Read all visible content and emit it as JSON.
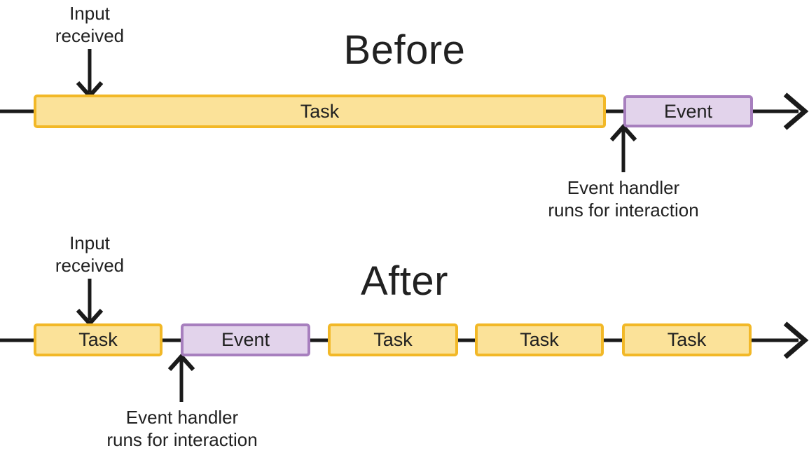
{
  "colors": {
    "task_fill": "#FBE299",
    "task_border": "#F2B827",
    "event_fill": "#E2D3EB",
    "event_border": "#A77FBE",
    "line": "#1A1A1A",
    "text": "#212121"
  },
  "before": {
    "title": "Before",
    "input_label": "Input\nreceived",
    "handler_label": "Event handler\nruns for interaction",
    "segments": [
      {
        "type": "task",
        "label": "Task"
      },
      {
        "type": "event",
        "label": "Event"
      }
    ]
  },
  "after": {
    "title": "After",
    "input_label": "Input\nreceived",
    "handler_label": "Event handler\nruns for interaction",
    "segments": [
      {
        "type": "task",
        "label": "Task"
      },
      {
        "type": "event",
        "label": "Event"
      },
      {
        "type": "task",
        "label": "Task"
      },
      {
        "type": "task",
        "label": "Task"
      },
      {
        "type": "task",
        "label": "Task"
      }
    ]
  }
}
